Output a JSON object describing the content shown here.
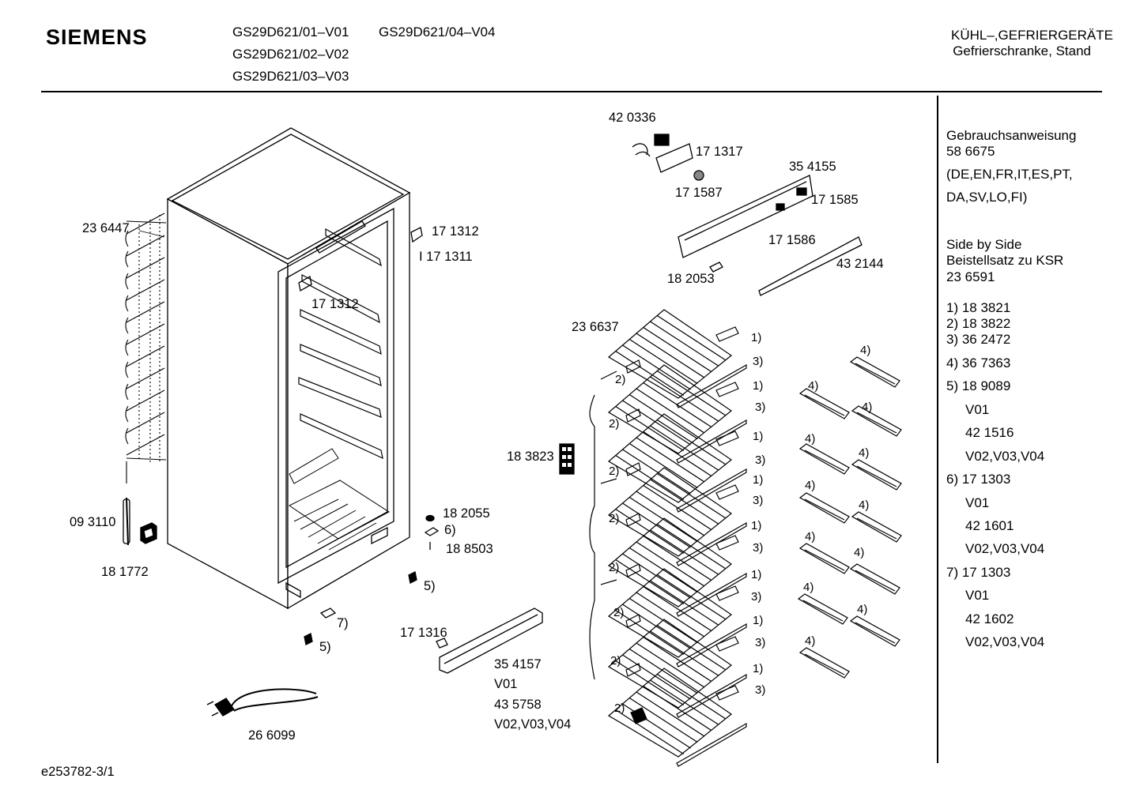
{
  "header": {
    "brand": "SIEMENS",
    "models": [
      "GS29D621/01–V01",
      "GS29D621/04–V04",
      "GS29D621/02–V02",
      "GS29D621/03–V03"
    ],
    "category": "KÜHL–,GEFRIERGERÄTE",
    "subcategory": "Gefrierschranke, Stand"
  },
  "parts": {
    "p236447": "23 6447",
    "p171312a": "17 1312",
    "p171311": "I 17 1311",
    "p171312b": "17 1312",
    "p093110": "09 3110",
    "p181772": "18 1772",
    "p182055": "18 2055",
    "n6": "6)",
    "p188503": "18 8503",
    "n5a": "5)",
    "n7": "7)",
    "n5b": "5)",
    "p266099": "26 6099",
    "p171316": "17 1316",
    "p354157": "35 4157",
    "v01": "V01",
    "p435758": "43 5758",
    "vmulti": "V02,V03,V04",
    "p420336": "42 0336",
    "p171317": "17 1317",
    "p354155": "35 4155",
    "p171587": "17 1587",
    "p171585": "17 1585",
    "p171586": "17 1586",
    "p432144": "43 2144",
    "p182053": "18 2053",
    "p236637": "23 6637",
    "p183823": "18 3823",
    "m1": "1)",
    "m2": "2)",
    "m3": "3)",
    "m4": "4)"
  },
  "sidebar": {
    "manual_title": "Gebrauchsanweisung",
    "manual_no": "58 6675",
    "languages1": "(DE,EN,FR,IT,ES,PT,",
    "languages2": "DA,SV,LO,FI)",
    "sbs1": "Side by Side",
    "sbs2": "Beistellsatz zu KSR",
    "sbs3": "23 6591",
    "i1": "1)  18 3821",
    "i2": "2)  18 3822",
    "i3": "3)  36 2472",
    "i4": "4)  36 7363",
    "i5": "5)  18 9089",
    "i5a": "V01",
    "i5b": "42 1516",
    "i5c": "V02,V03,V04",
    "i6": "6)  17 1303",
    "i6a": "V01",
    "i6b": "42 1601",
    "i6c": "V02,V03,V04",
    "i7": "7)  17 1303",
    "i7a": "V01",
    "i7b": "42 1602",
    "i7c": "V02,V03,V04"
  },
  "footer": {
    "code": "e253782-3/1"
  }
}
